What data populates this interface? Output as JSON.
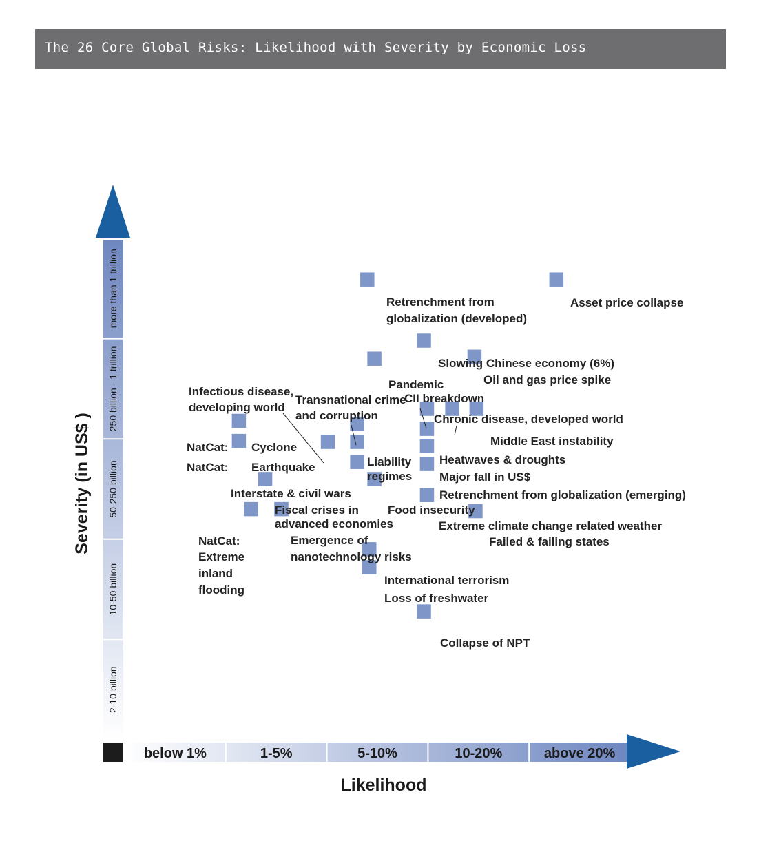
{
  "banner": {
    "title": "The 26 Core Global Risks: Likelihood with Severity by Economic Loss"
  },
  "colors": {
    "banner": "#6e6e70",
    "marker": "#7f96c9",
    "arrow": "#1a5fa0"
  },
  "chart_data": {
    "type": "scatter",
    "title": "The 26 Core Global Risks: Likelihood with Severity by Economic Loss",
    "xlabel": "Likelihood",
    "ylabel": "Severity (in US$ )",
    "x_categories": [
      "below 1%",
      "1-5%",
      "5-10%",
      "10-20%",
      "above 20%"
    ],
    "y_categories": [
      "2-10 billion",
      "10-50 billion",
      "50-250 billion",
      "250 billion - 1 trillion",
      "more than 1 trillion"
    ],
    "points": [
      {
        "label": "Retrenchment from globalization (developed)",
        "x": 2.4,
        "y": 4.59
      },
      {
        "label": "Asset price collapse",
        "x": 4.27,
        "y": 4.59
      },
      {
        "label": "Slowing Chinese economy (6%)",
        "x": 2.96,
        "y": 3.98
      },
      {
        "label": "Oil and gas price spike",
        "x": 3.46,
        "y": 3.82
      },
      {
        "label": "Pandemic",
        "x": 2.47,
        "y": 3.8
      },
      {
        "label": "CII breakdown",
        "x": 2.99,
        "y": 3.3
      },
      {
        "label": "Chronic disease, developed world",
        "x": 3.24,
        "y": 3.3
      },
      {
        "label": "Middle East instability",
        "x": 3.48,
        "y": 3.3
      },
      {
        "label": "Heatwaves & droughts",
        "x": 2.99,
        "y": 3.1
      },
      {
        "label": "Major fall in US$",
        "x": 2.99,
        "y": 2.93
      },
      {
        "label": "Retrenchment from globalization (emerging)",
        "x": 2.99,
        "y": 2.75
      },
      {
        "label": "Food insecurity",
        "x": 2.47,
        "y": 2.6
      },
      {
        "label": "Extreme climate change related weather",
        "x": 2.99,
        "y": 2.44
      },
      {
        "label": "Failed & failing states",
        "x": 3.47,
        "y": 2.28
      },
      {
        "label": "International terrorism",
        "x": 2.42,
        "y": 1.9
      },
      {
        "label": "Loss of freshwater",
        "x": 2.42,
        "y": 1.72
      },
      {
        "label": "Collapse of NPT",
        "x": 2.96,
        "y": 1.28
      },
      {
        "label": "Cyclone",
        "x": 1.13,
        "y": 3.18
      },
      {
        "label": "Earthquake",
        "x": 1.13,
        "y": 2.98
      },
      {
        "label": "Infectious disease, developing world",
        "x": 2.01,
        "y": 2.97
      },
      {
        "label": "Transnational crime and corruption",
        "x": 2.3,
        "y": 3.15
      },
      {
        "label": "Liability regimes",
        "x": 2.3,
        "y": 2.97
      },
      {
        "label": "Interstate & civil wars",
        "x": 2.3,
        "y": 2.77
      },
      {
        "label": "Fiscal crises in advanced economies",
        "x": 1.39,
        "y": 2.6
      },
      {
        "label": "Emergence of nanotechnology risks",
        "x": 1.55,
        "y": 2.3
      },
      {
        "label": "NatCat: Extreme inland flooding",
        "x": 1.25,
        "y": 2.3
      }
    ],
    "labels": {
      "retrench_dev_1": "Retrenchment from",
      "retrench_dev_2": "globalization (developed)",
      "asset": "Asset price collapse",
      "chinese": "Slowing Chinese economy (6%)",
      "oil": "Oil and gas price spike",
      "pandemic": "Pandemic",
      "cii": "CII breakdown",
      "chronic": "Chronic disease, developed world",
      "mideast": "Middle East instability",
      "heat": "Heatwaves & droughts",
      "usd": "Major fall in US$",
      "retrench_em": "Retrenchment from globalization (emerging)",
      "food": "Food insecurity",
      "climate": "Extreme climate change related weather",
      "failed": "Failed & failing states",
      "terror": "International terrorism",
      "water": "Loss of freshwater",
      "npt": "Collapse of NPT",
      "natcat1": "NatCat:",
      "cyclone": "Cyclone",
      "natcat2": "NatCat:",
      "quake": "Earthquake",
      "infect_1": "Infectious disease,",
      "infect_2": "developing world",
      "crime_1": "Transnational crime",
      "crime_2": "and corruption",
      "liab_1": "Liability",
      "liab_2": "regimes",
      "wars": "Interstate & civil wars",
      "fiscal_1": "Fiscal crises in",
      "fiscal_2": "advanced economies",
      "nano_1": "Emergence of",
      "nano_2": "nanotechnology risks",
      "flood_1": "NatCat:",
      "flood_2": "Extreme",
      "flood_3": "inland",
      "flood_4": "flooding"
    }
  }
}
